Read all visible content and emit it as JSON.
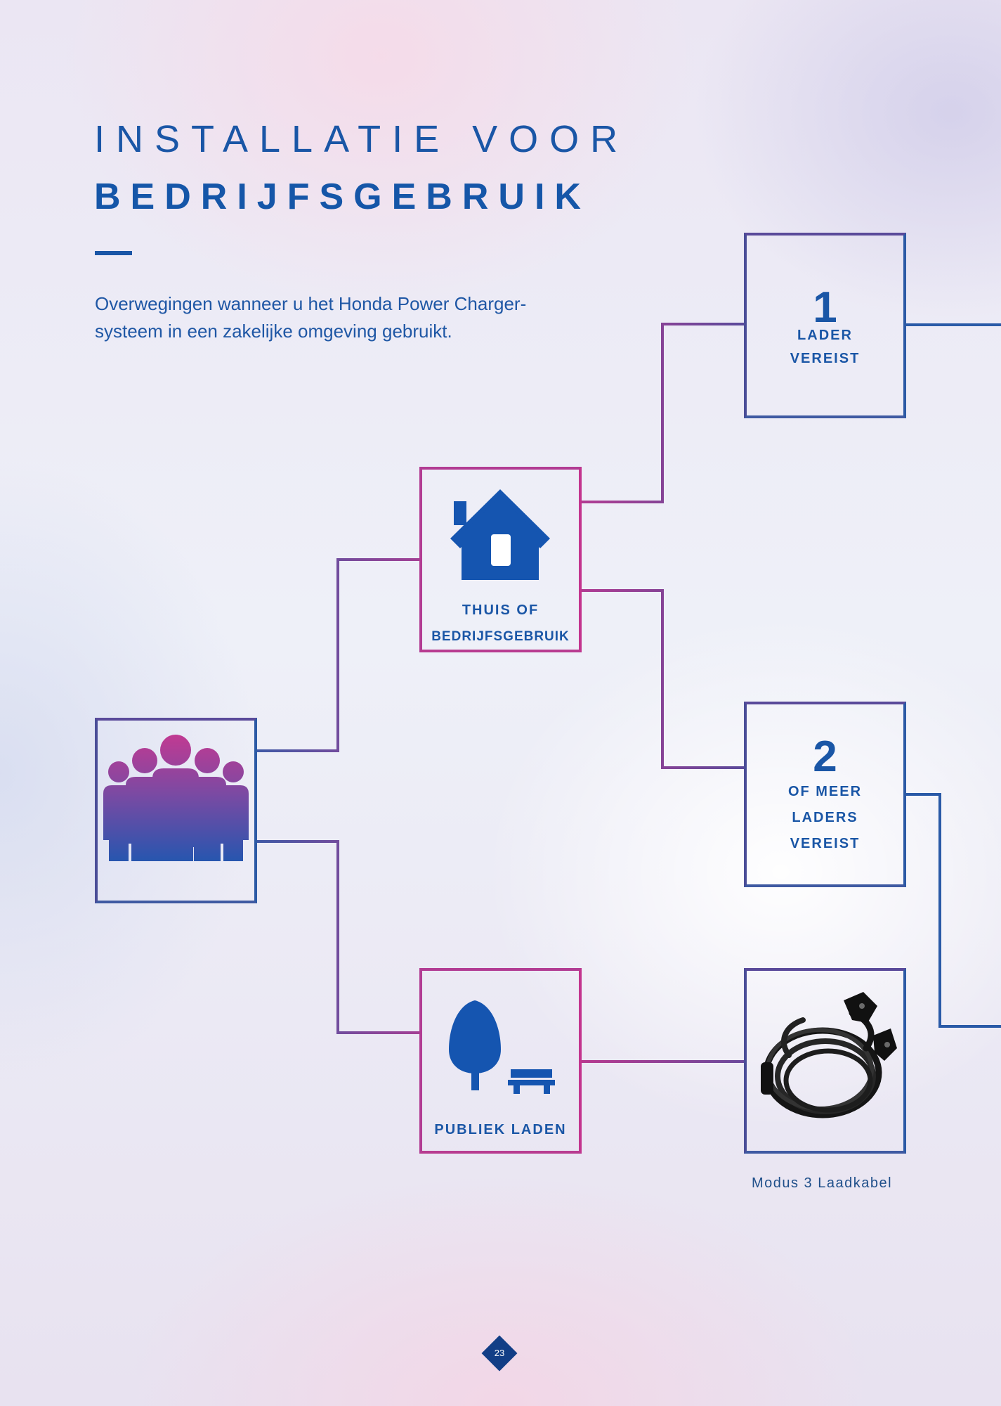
{
  "heading": {
    "line1": "INSTALLATIE VOOR",
    "line2": "BEDRIJFSGEBRUIK"
  },
  "intro": {
    "line1": "Overwegingen wanneer u het Honda Power Charger-",
    "line2": "systeem in een zakelijke omgeving gebruikt."
  },
  "nodes": {
    "users": {
      "icon": "people-group-icon"
    },
    "home_business": {
      "icon": "house-icon",
      "label_line1": "THUIS OF",
      "label_line2": "BEDRIJFSGEBRUIK"
    },
    "public": {
      "icon": "tree-bench-icon",
      "label": "PUBLIEK LADEN"
    },
    "one_charger": {
      "number": "1",
      "label_line1": "LADER",
      "label_line2": "VEREIST"
    },
    "two_chargers": {
      "number": "2",
      "label_line1": "OF MEER",
      "label_line2": "LADERS",
      "label_line3": "VEREIST"
    },
    "cable": {
      "icon": "charging-cable-icon",
      "caption": "Modus 3 Laadkabel"
    }
  },
  "colors": {
    "brand_blue": "#1a56a6",
    "magenta": "#b23c93",
    "violet": "#5a4a9a",
    "dark_blue": "#123e86"
  },
  "page": {
    "number": "23"
  }
}
